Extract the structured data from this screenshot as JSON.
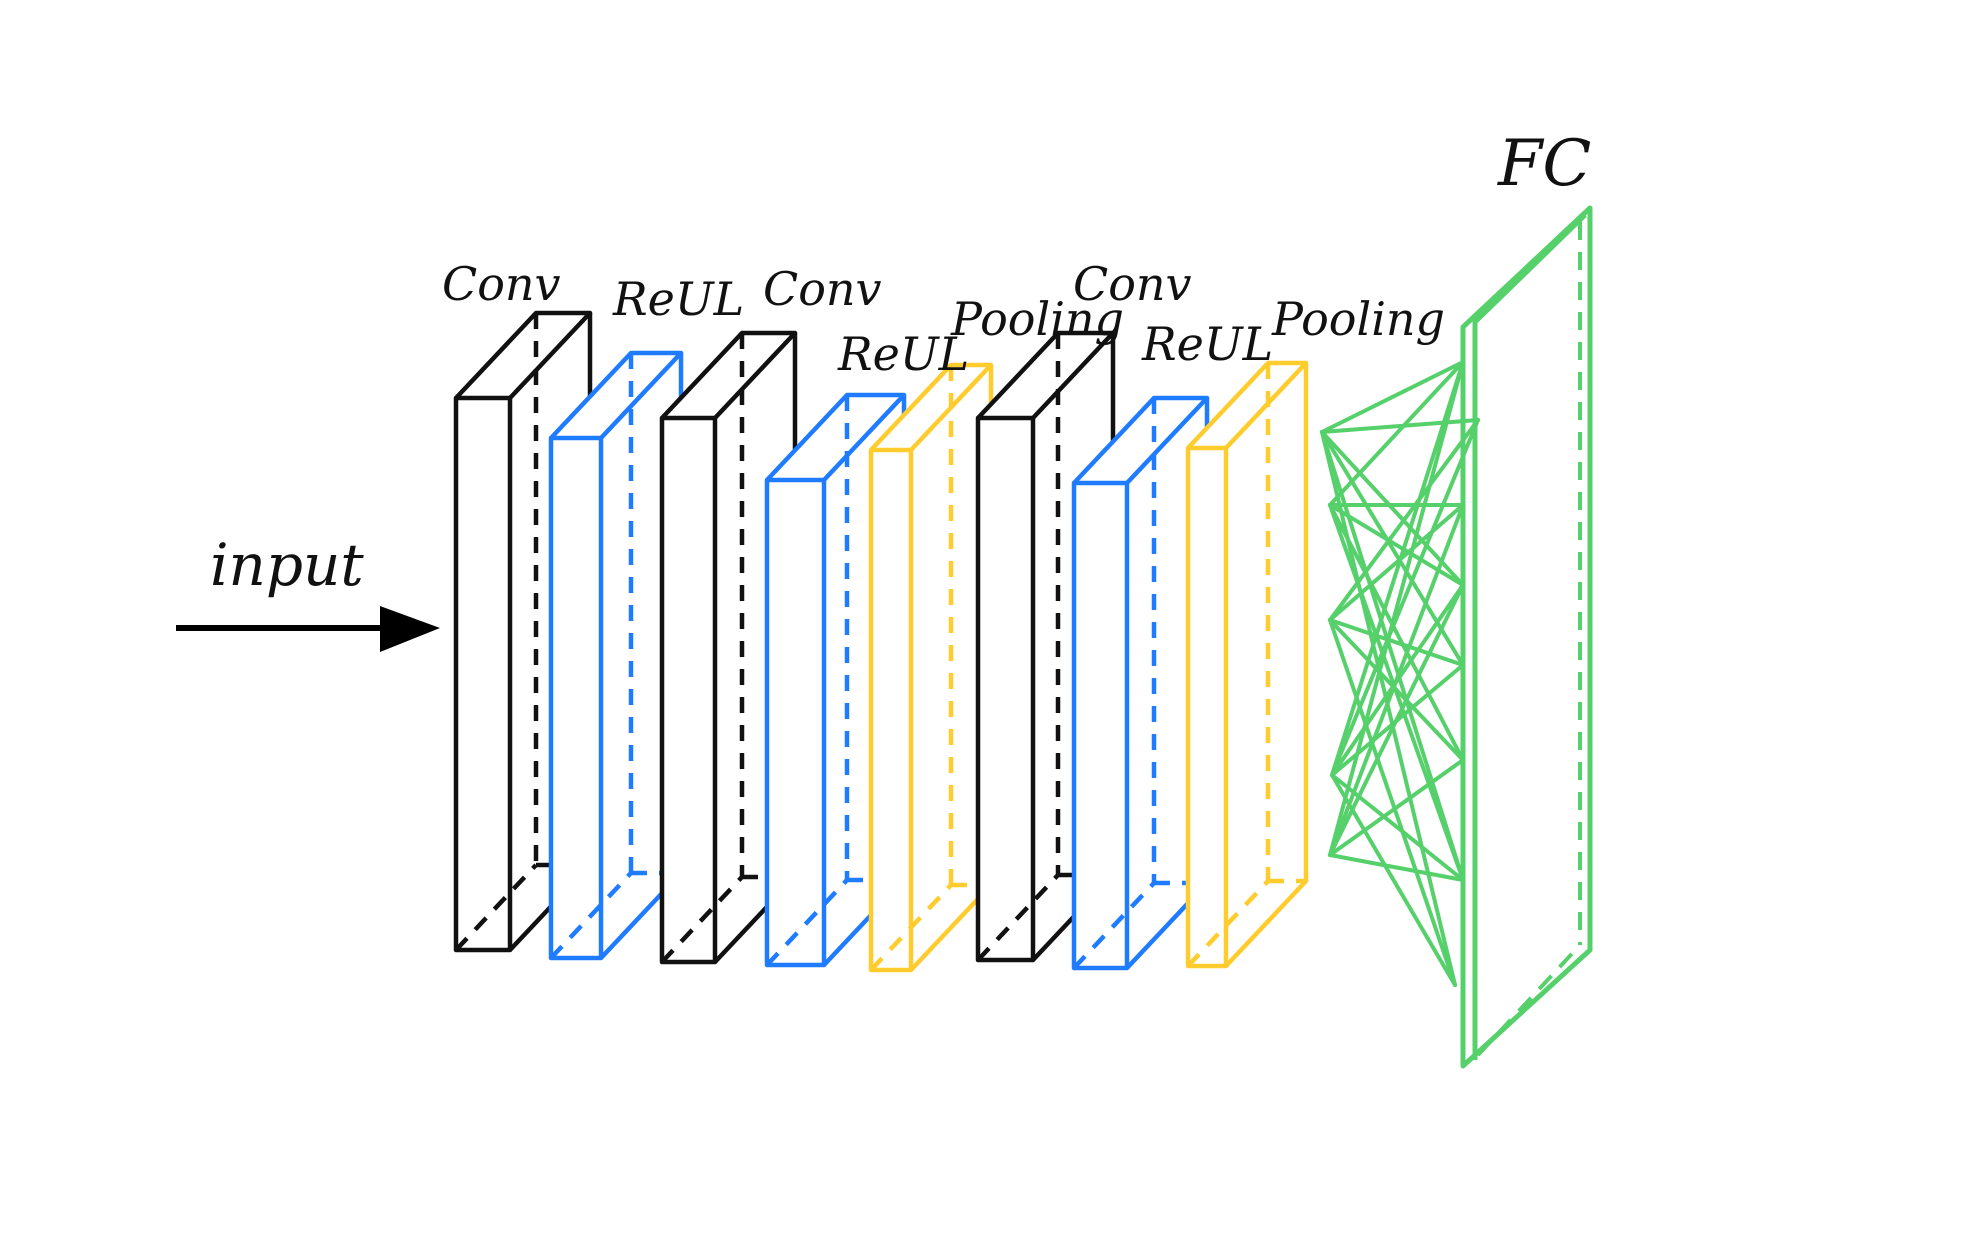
{
  "input_label": "input",
  "layers": [
    {
      "label": "Conv",
      "kind": "conv"
    },
    {
      "label": "ReUL",
      "kind": "relu"
    },
    {
      "label": "Conv",
      "kind": "conv"
    },
    {
      "label": "ReUL",
      "kind": "relu"
    },
    {
      "label": "Pooling",
      "kind": "pool"
    },
    {
      "label": "Conv",
      "kind": "conv"
    },
    {
      "label": "ReUL",
      "kind": "relu"
    },
    {
      "label": "Pooling",
      "kind": "pool"
    }
  ],
  "fc_label": "FC",
  "colors": {
    "conv": "#111111",
    "relu": "#1f7bff",
    "pool": "#ffcc2e",
    "fc": "#55d06a",
    "arrow": "#000000"
  }
}
